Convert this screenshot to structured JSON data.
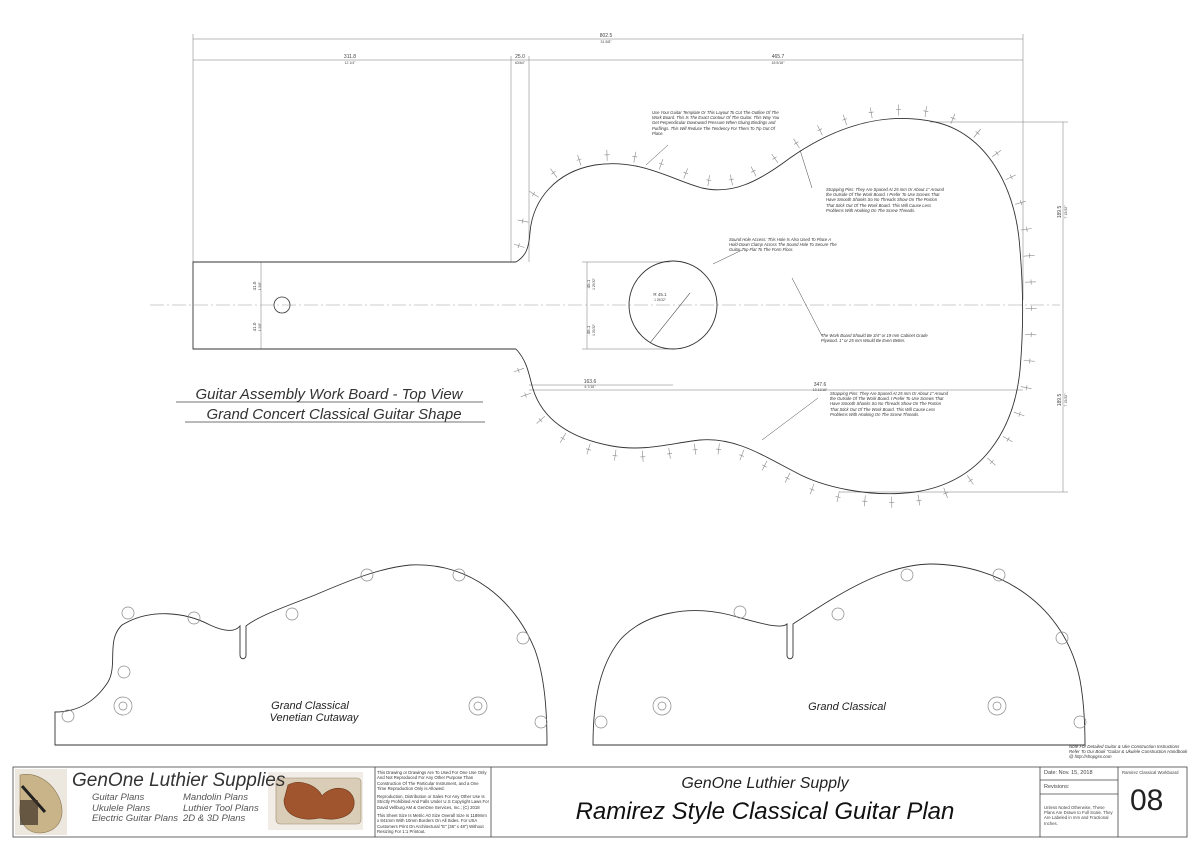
{
  "drawing": {
    "top_view_title_1": "Guitar Assembly Work Board - Top View",
    "top_view_title_2": "Grand Concert Classical Guitar Shape",
    "dims": {
      "overall": "802.5",
      "overall_sub": "31 5/8\"",
      "neck_len": "311.8",
      "neck_len_sub": "12 1/4\"",
      "gap": "25.0",
      "gap_sub": "63/64\"",
      "body_len": "465.7",
      "body_len_sub": "18 5/16\"",
      "upper_half": "189.5",
      "upper_half_sub": "7 15/32\"",
      "lower_half": "189.5",
      "lower_half_sub": "7 15/32\"",
      "neck_w1": "41.0",
      "neck_w1_sub": "1 5/8\"",
      "neck_w2": "41.0",
      "neck_w2_sub": "1 5/8\"",
      "sh_up": "45.1",
      "sh_up_sub": "1 25/32\"",
      "sh_dn": "45.1",
      "sh_dn_sub": "1 25/32\"",
      "sh_radius": "R 45.1",
      "sh_radius_sub": "1 25/32\"",
      "to_hole": "163.6",
      "to_hole_sub": "6 7/16\"",
      "to_tail": "347.6",
      "to_tail_sub": "13 11/16\""
    },
    "notes": {
      "template": "Use Your Guitar Template Or This Layout To Cut The Outline Of The Work Board. This Is The Exact Contour Of The Guitar. This Way You Get Perpendicular Downward Pressure When Gluing Bindings and Purflings. This Will Reduce The Tendency For Them To Tip Out Of Place.",
      "strapping_top": "Strapping Pins: They Are Spaced At 25 mm Or About 1\" Around the Outside Of The Work Board. I Prefer To Use Screws That Have Smooth Shanks So No Threads Show On The Portion That Stick Out Of The Work Board. This Will Cause Less Problems With Hooking On The Screw Threads.",
      "soundhole": "Sound Hole Access: This Hole Is Also Used To Place A Hold-Down Clamp Across The Sound Hole To Secure The Guitar Top Flat To The Form Floor.",
      "board": "The Work Board Should Be 3/4\" or 19 mm Cabinet Grade Plywood. 1\" or 25 mm Would Be Even Better.",
      "strapping_bottom": "Strapping Pins: They Are Spaced At 25 mm Or About 1\" Around the Outside Of The Work Board. I Prefer To Use Screws That Have Smooth Shanks So No Threads Show On The Portion That Stick Out Of The Work Board. This Will Cause Less Problems With Hooking On The Screw Threads."
    },
    "mold_left_label_1": "Grand Classical",
    "mold_left_label_2": "Venetian Cutaway",
    "mold_right_label": "Grand Classical",
    "side_note": "Note For Detailed Guitar & Uke Construction Instructions Refer To Our Book \"Guitar & Ukulele Construction Handbook @ http://shopgss.com"
  },
  "title_block": {
    "brand": "GenOne Luthier Supplies",
    "plans_col1": [
      "Guitar Plans",
      "Ukulele Plans",
      "Electric Guitar Plans"
    ],
    "plans_col2": [
      "Mandolin Plans",
      "Luthier Tool Plans",
      "2D & 3D Plans"
    ],
    "legal_1": "This Drawing or Drawings Are To Used For One Use Only And Not Reproduced For Any Other Purpose Than Construction Of The Particular Instrument, and a One Time Reproduction Only is Allowed.",
    "legal_2": "Reproduction, Distribution or Sales For Any Other Use Is Strictly Prohibited And Falls Under U.S Copyright Laws For David Vellburg AM & GenOne Services, Inc.; (C) 2018",
    "legal_3": "This Sheet Size Is Metric A0 Size Overall Size Is 1189mm x 841mm With 10mm Borders On All Sides. For USA Customers Print On Architectural \"E\" (36\" x 48\") Without Resizing For 1:1 Printout.",
    "company": "GenOne Luthier Supply",
    "title": "Ramirez Style Classical Guitar Plan",
    "date": "Date: Nov. 15, 2018",
    "revisions": "Revisions:",
    "tolerance": "Unless Noted Otherwise, These Plans Are Drawn to Full Scale. They Are Labeled in mm and Fractional Inches.",
    "drawing_name": "Ramirez Classical Workboard",
    "sheet": "08"
  }
}
